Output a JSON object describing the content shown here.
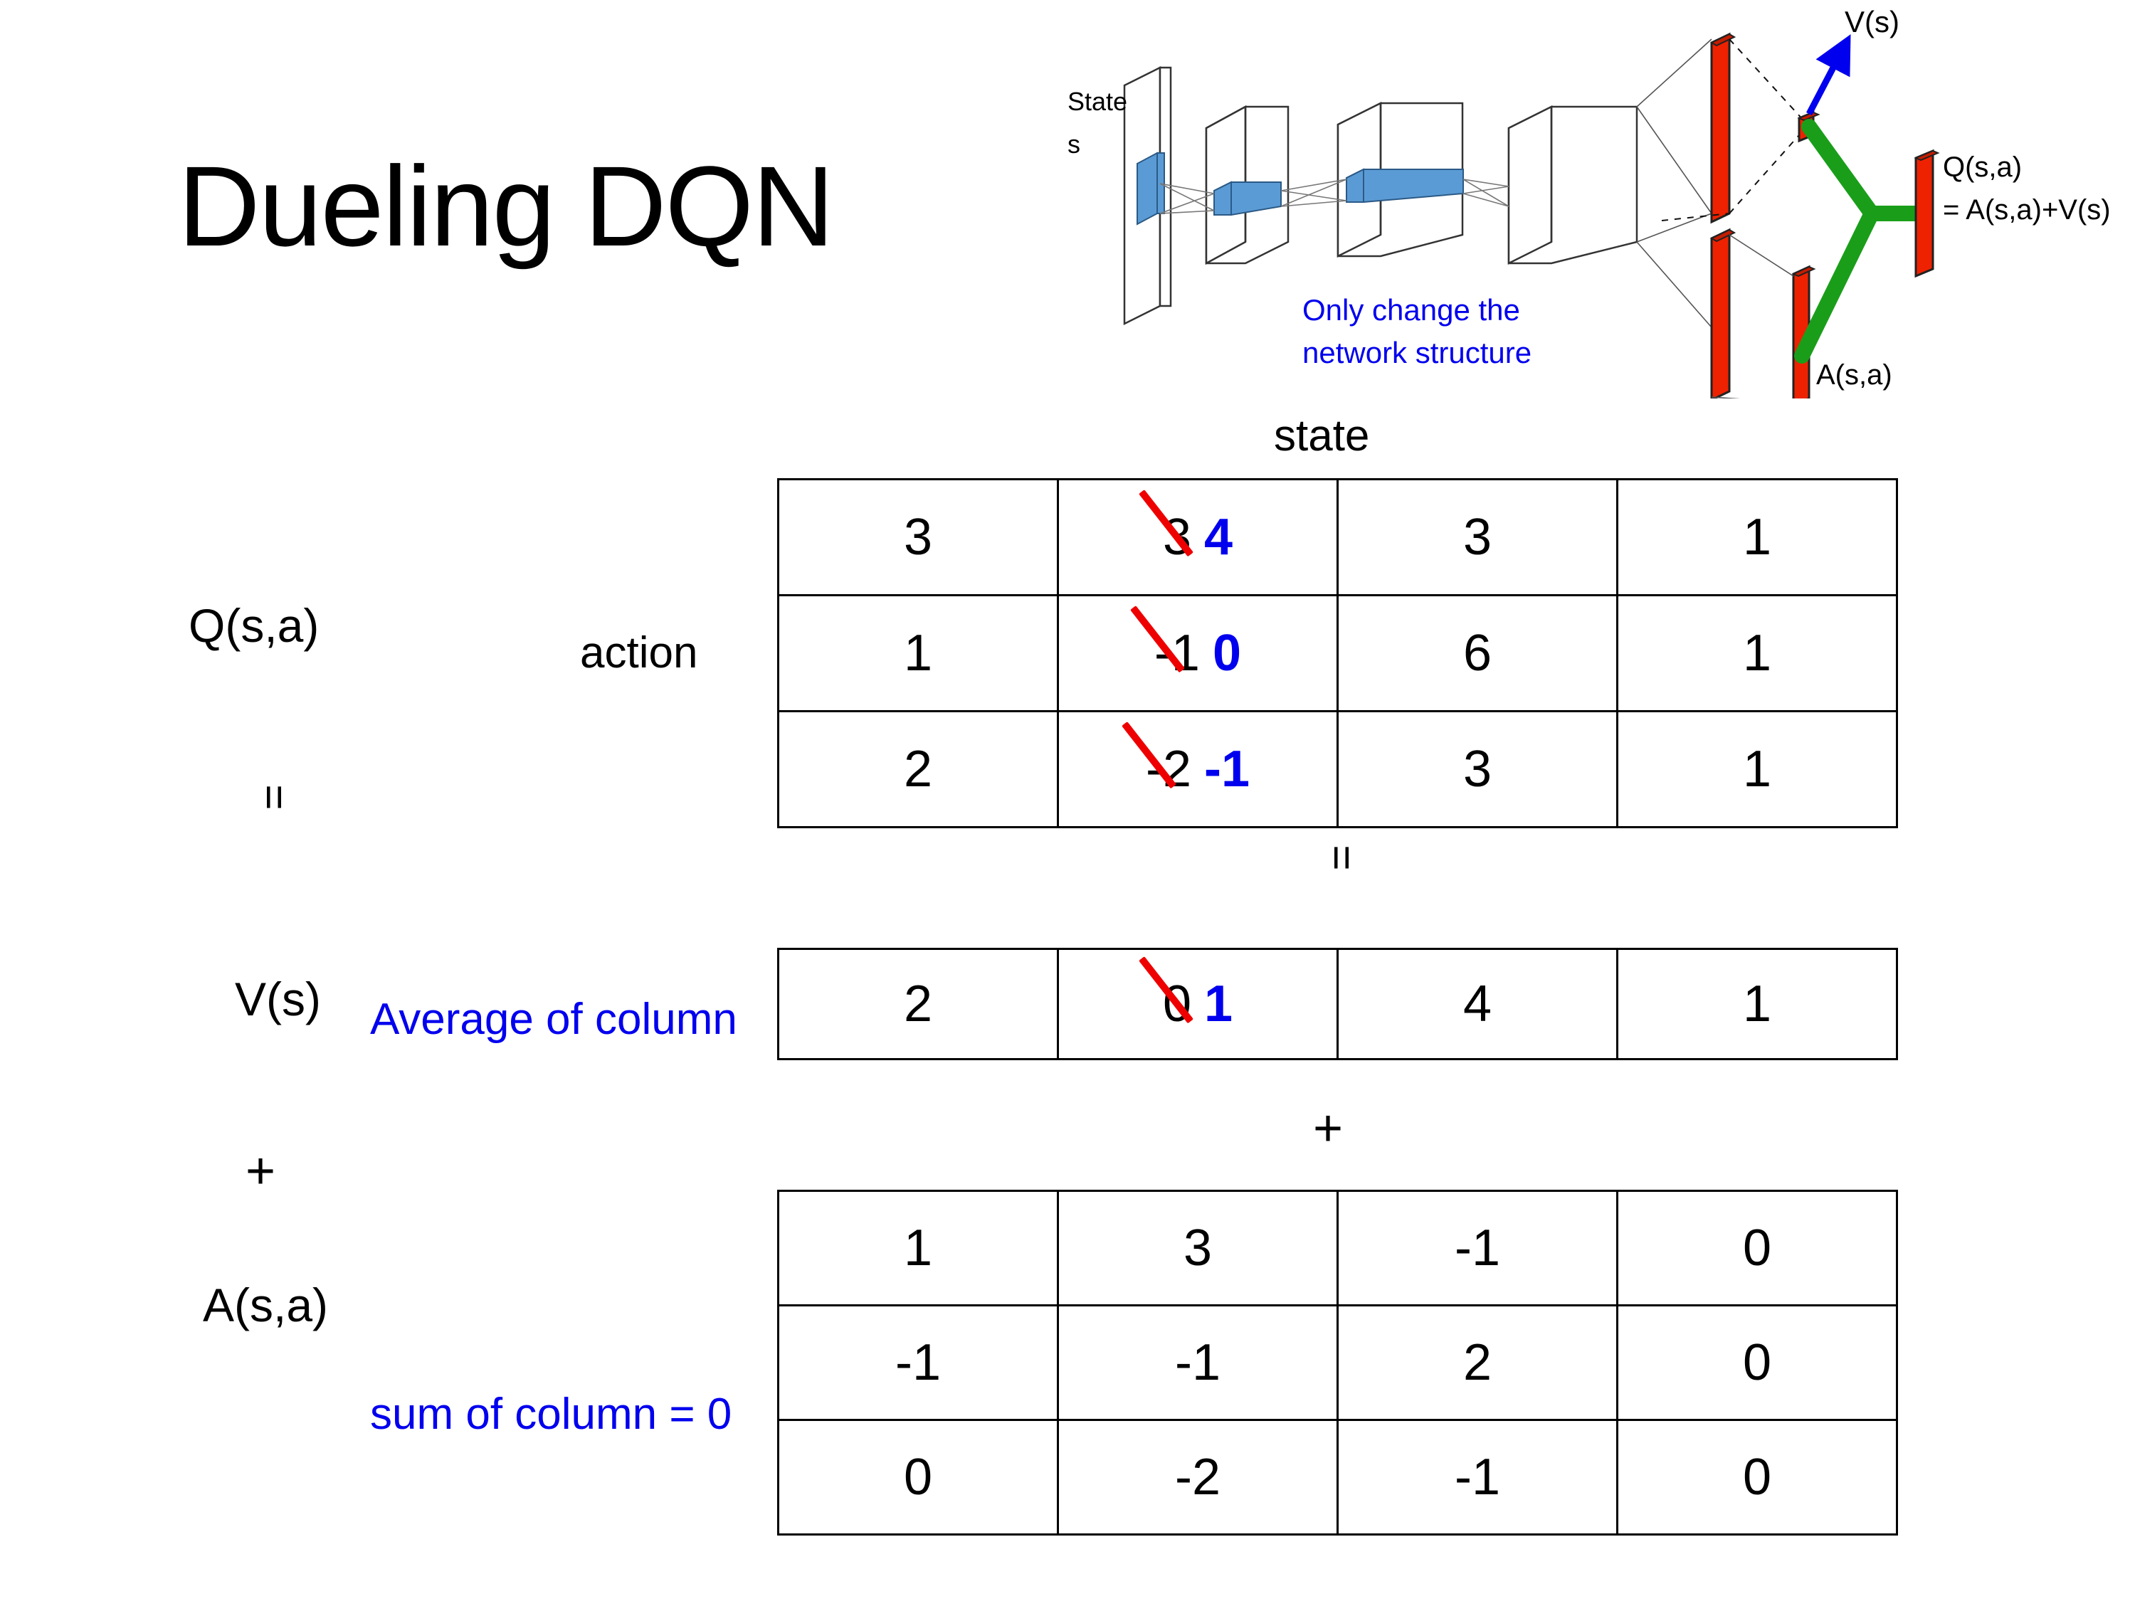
{
  "slide": {
    "title": "Dueling DQN"
  },
  "diagram": {
    "state_label_line1": "State",
    "state_label_line2": "s",
    "note_line1": "Only change the",
    "note_line2": "network structure",
    "v_output_label": "V(s)",
    "a_output_label": "A(s,a)",
    "q_output_line1": "Q(s,a)",
    "q_output_line2": "= A(s,a)+V(s)",
    "colors": {
      "note_text": "#0000ee",
      "arrow": "#0000ee",
      "bars": "#ee2200",
      "combine": "#1a9e1a",
      "conv": "#5b9bd5"
    }
  },
  "labels": {
    "state_axis": "state",
    "action_axis": "action",
    "q_label": "Q(s,a)",
    "v_label": "V(s)",
    "a_label": "A(s,a)",
    "equals_left": "=",
    "equals_mid": "=",
    "plus_left": "+",
    "plus_mid": "+",
    "avg_note": "Average of column",
    "sum_note": "sum of column = 0",
    "note_color": "#0000ee"
  },
  "chart_data": {
    "type": "table",
    "title": "Dueling DQN value decomposition",
    "xlabel": "state",
    "ylabel": "action",
    "tables": [
      {
        "name": "Q(s,a)",
        "rows": [
          [
            "3",
            "3",
            "3",
            "1"
          ],
          [
            "1",
            "-1",
            "6",
            "1"
          ],
          [
            "2",
            "-2",
            "3",
            "1"
          ]
        ],
        "corrections": [
          {
            "row": 0,
            "col": 1,
            "old": "3",
            "new": "4"
          },
          {
            "row": 1,
            "col": 1,
            "old": "-1",
            "new": "0"
          },
          {
            "row": 2,
            "col": 1,
            "old": "-2",
            "new": "-1"
          }
        ]
      },
      {
        "name": "V(s)",
        "rows": [
          [
            "2",
            "0",
            "4",
            "1"
          ]
        ],
        "corrections": [
          {
            "row": 0,
            "col": 1,
            "old": "0",
            "new": "1"
          }
        ]
      },
      {
        "name": "A(s,a)",
        "rows": [
          [
            "1",
            "3",
            "-1",
            "0"
          ],
          [
            "-1",
            "-1",
            "2",
            "0"
          ],
          [
            "0",
            "-2",
            "-1",
            "0"
          ]
        ],
        "corrections": []
      }
    ],
    "strike_color": "#ee0000",
    "correction_color": "#0000ee"
  }
}
